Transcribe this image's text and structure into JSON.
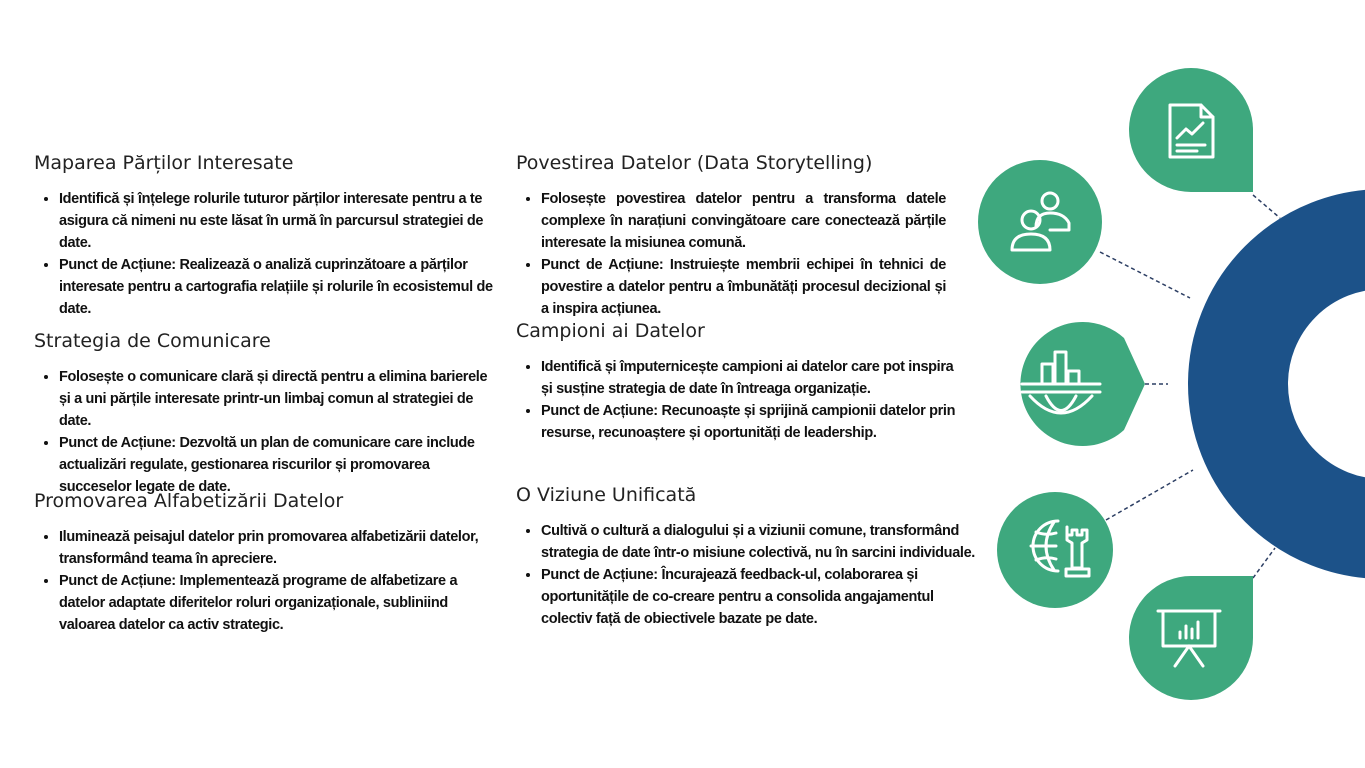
{
  "colors": {
    "ring": "#1c5289",
    "node": "#3ea87e",
    "dash": "#2c3e63",
    "icon": "#ffffff"
  },
  "sections": [
    {
      "title": "Maparea Părților Interesate",
      "bullets": [
        "Identifică și înțelege rolurile tuturor părților interesate pentru a te asigura că nimeni nu este lăsat în urmă în parcursul strategiei de date.",
        "Punct de Acțiune: Realizează o analiză cuprinzătoare a părților interesate pentru a cartografia relațiile și rolurile în ecosistemul de date."
      ]
    },
    {
      "title": "Strategia de Comunicare",
      "bullets": [
        "Folosește o comunicare clară și directă pentru a elimina barierele și a uni părțile interesate printr-un limbaj comun al strategiei de date.",
        "Punct de Acțiune: Dezvoltă un plan de comunicare care include actualizări regulate, gestionarea riscurilor și promovarea succeselor legate de date."
      ]
    },
    {
      "title": "Promovarea Alfabetizării Datelor",
      "bullets": [
        "Iluminează peisajul datelor prin promovarea alfabetizării datelor, transformând teama în apreciere.",
        "Punct de Acțiune: Implementează programe de alfabetizare a datelor adaptate diferitelor roluri organizaționale, subliniind valoarea datelor ca activ strategic."
      ]
    },
    {
      "title": "Povestirea Datelor (Data Storytelling)",
      "bullets": [
        "Folosește povestirea datelor pentru a transforma datele complexe în narațiuni convingătoare care conectează părțile interesate la misiunea comună.",
        "Punct de Acțiune: Instruiește membrii echipei în tehnici de povestire a datelor pentru a îmbunătăți procesul decizional și a inspira acțiunea."
      ]
    },
    {
      "title": "Campioni ai Datelor",
      "bullets": [
        "Identifică și împuternicește campioni ai datelor care pot inspira și susține strategia de date în întreaga organizație.",
        "Punct de Acțiune: Recunoaște și sprijină campionii datelor prin resurse, recunoaștere și oportunități de leadership."
      ]
    },
    {
      "title": "O Viziune Unificată",
      "bullets": [
        "Cultivă o cultură a dialogului și a viziunii comune, transformând strategia de date într-o misiune colectivă, nu în sarcini individuale.",
        "Punct de Acțiune: Încurajează feedback-ul, colaborarea și oportunitățile de co-creare pentru a consolida angajamentul colectiv față de obiectivele bazate pe date."
      ]
    }
  ],
  "icons": [
    "report-icon",
    "people-icon",
    "bar-chart-icon",
    "globe-strategy-icon",
    "presentation-icon"
  ]
}
